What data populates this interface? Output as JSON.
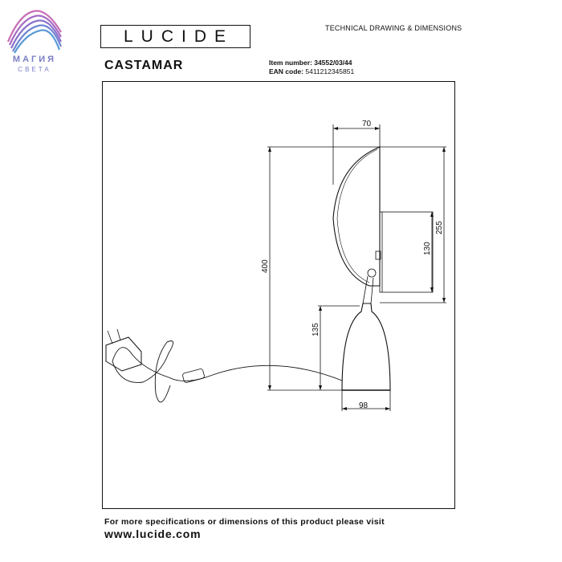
{
  "brand": {
    "name": "МАГИЯ",
    "sub": "СВЕТА"
  },
  "logo": {
    "text": "LUCIDE"
  },
  "header": {
    "doc_title": "TECHNICAL DRAWING & DIMENSIONS"
  },
  "product": {
    "name": "CASTAMAR",
    "item_label": "Item number:",
    "item_value": "34552/03/44",
    "ean_label": "EAN code:",
    "ean_value": "5411212345851"
  },
  "dimensions": {
    "d70": "70",
    "d255": "255",
    "d130": "130",
    "d400": "400",
    "d135": "135",
    "d98": "98"
  },
  "footer": {
    "line1": "For more specifications or dimensions of this product please visit",
    "line2": "www.lucide.com"
  },
  "colors": {
    "ink": "#111111",
    "brand_accent": "#7a7fc4"
  }
}
